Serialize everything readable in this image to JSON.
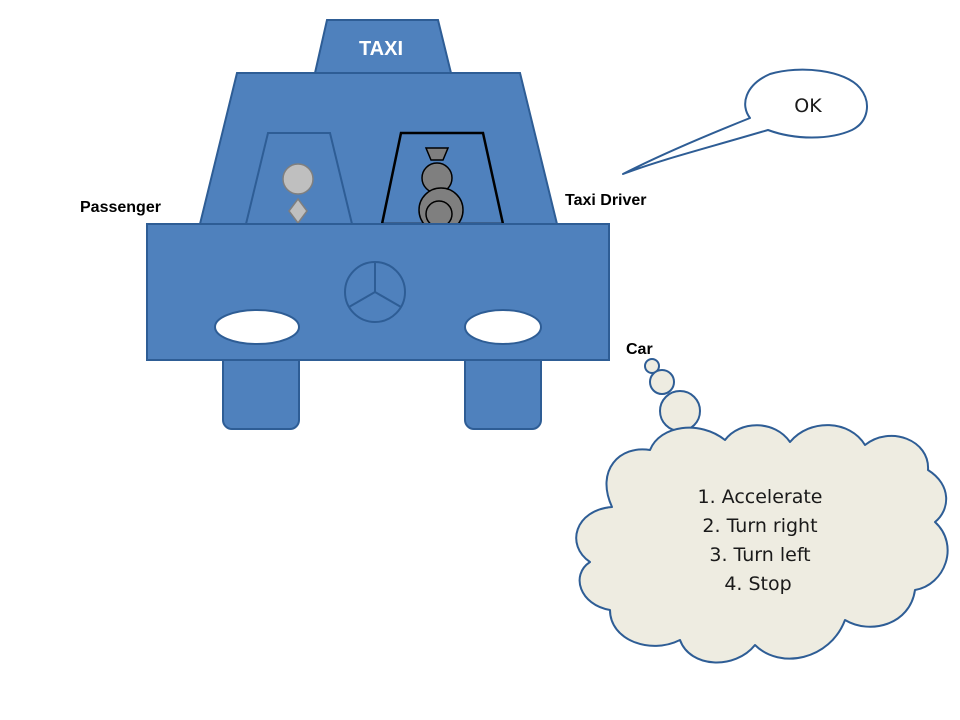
{
  "taxi": {
    "sign_text": "TAXI",
    "body_color": "#4f81bd",
    "outline_color": "#2e5d95"
  },
  "labels": {
    "passenger": "Passenger",
    "taxi_driver": "Taxi Driver",
    "car": "Car"
  },
  "speech_bubble": {
    "text": "OK"
  },
  "thought_bubble": {
    "lines": [
      "1. Accelerate",
      "2. Turn right",
      "3. Turn left",
      "4. Stop"
    ],
    "fill_color": "#eeece1"
  }
}
